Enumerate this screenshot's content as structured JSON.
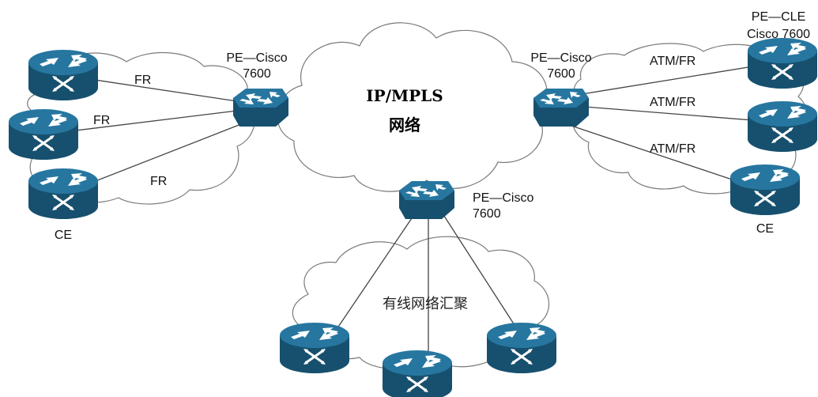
{
  "core": {
    "title": "IP/MPLS",
    "subtitle": "网络"
  },
  "pe_left": {
    "line1": "PE—Cisco",
    "line2": "7600"
  },
  "pe_right": {
    "line1": "PE—Cisco",
    "line2": "7600"
  },
  "pe_bottom": {
    "line1": "PE—Cisco",
    "line2": "7600"
  },
  "left_links": [
    "FR",
    "FR",
    "FR"
  ],
  "left_ce_label": "CE",
  "right_top": {
    "line1": "PE—CLE",
    "line2": "Cisco 7600"
  },
  "right_links": [
    "ATM/FR",
    "ATM/FR",
    "ATM/FR"
  ],
  "right_ce_label": "CE",
  "bottom_cloud_label": "有线网络汇聚",
  "colors": {
    "router": "#1d5c7d",
    "router_top": "#2a78a0",
    "line": "#444444",
    "cloud_stroke": "#7a7a7a"
  }
}
